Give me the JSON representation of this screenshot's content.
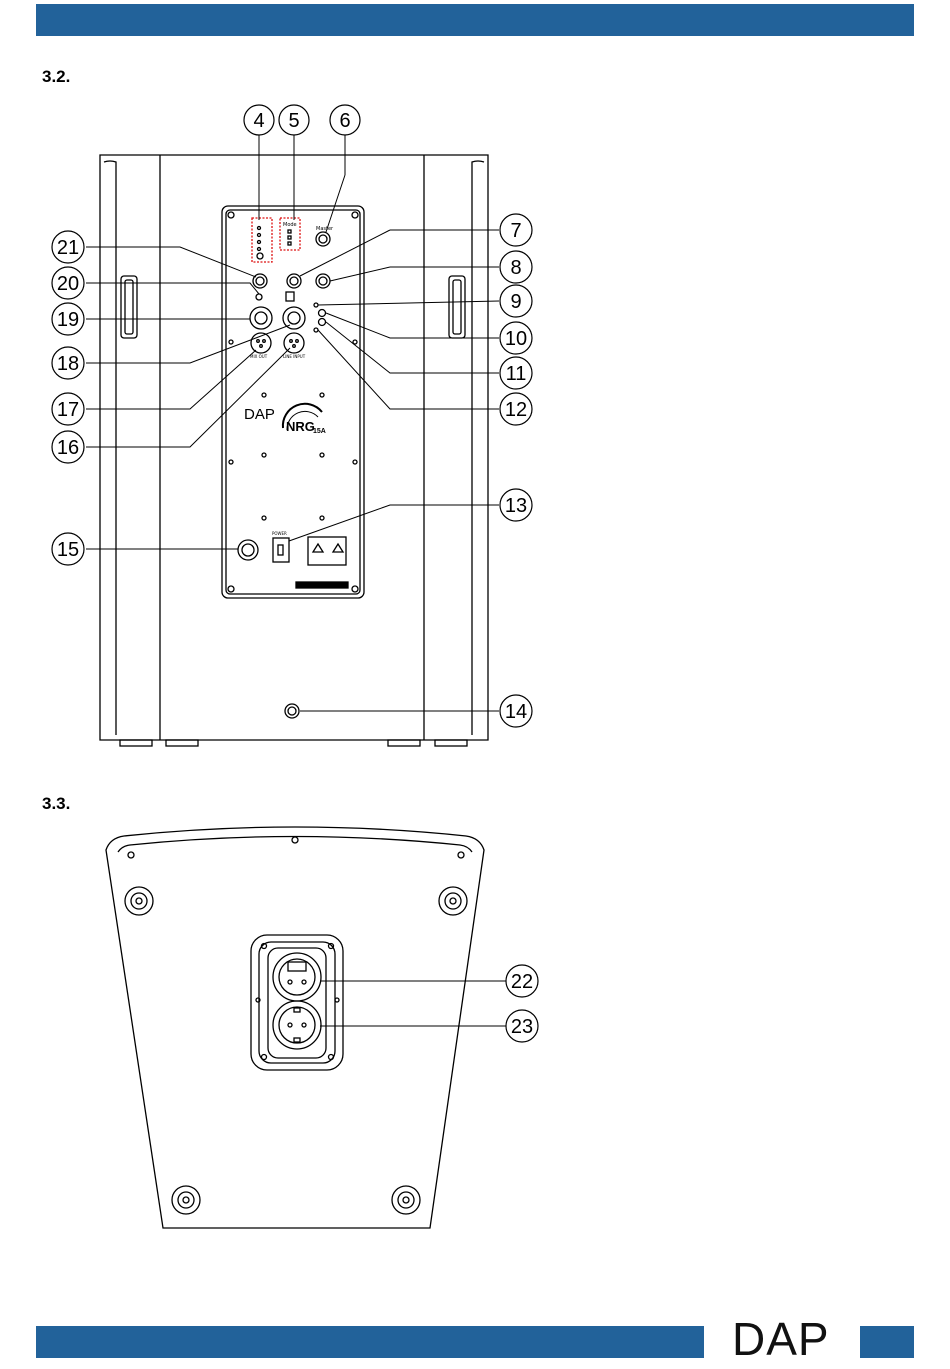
{
  "page": {
    "brand": "DAP",
    "accent_color": "#22629a"
  },
  "sections": [
    {
      "number": "3.2."
    },
    {
      "number": "3.3."
    }
  ],
  "callouts_rear": [
    "4",
    "5",
    "6",
    "7",
    "8",
    "9",
    "10",
    "11",
    "12",
    "13",
    "14",
    "15",
    "16",
    "17",
    "18",
    "19",
    "20",
    "21"
  ],
  "callouts_bottom": [
    "22",
    "23"
  ],
  "panel": {
    "logo_left": "DAP",
    "logo_right": "NRG",
    "logo_model": "15A",
    "power_label": "POWER",
    "mic_out": "MIX OUT",
    "line_input": "LINE INPUT",
    "master": "Master",
    "mode": "Mode"
  }
}
